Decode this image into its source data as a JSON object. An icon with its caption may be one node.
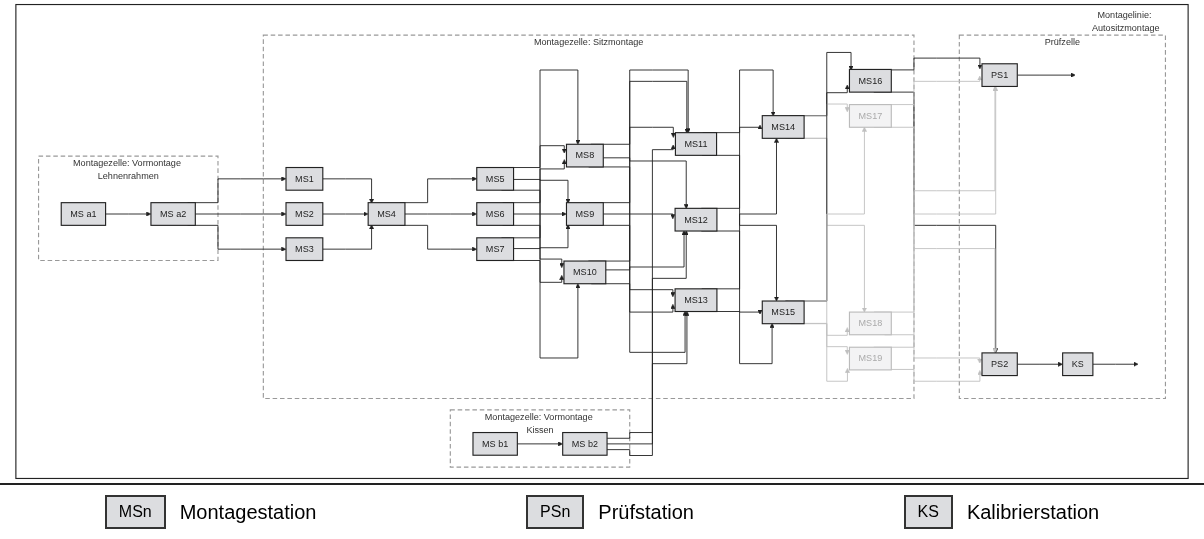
{
  "diagram": {
    "nodes": [
      {
        "text": [
          "Montagelinie: Autositzmontage"
        ]
      },
      {
        "text": [
          "Montagezelle: Vormontage Lehnenrahmen"
        ],
        "in": 0
      },
      {
        "text": [
          "MS a1"
        ],
        "in": 1
      },
      {
        "text": [
          "MS a2"
        ],
        "in": 1
      },
      {
        "text": [
          "Montagezelle: Vormontage Kissen"
        ],
        "in": 0
      },
      {
        "text": [
          "MS b1"
        ],
        "in": 4
      },
      {
        "text": [
          "MS b2"
        ],
        "in": 4
      },
      {
        "text": [
          "Montagezelle: Sitzmontage"
        ],
        "in": 0
      },
      {
        "text": [
          "MS1"
        ],
        "in": 7
      },
      {
        "text": [
          "MS2"
        ],
        "in": 7
      },
      {
        "text": [
          "MS3"
        ],
        "in": 7
      },
      {
        "text": [
          "MS4"
        ],
        "in": 7
      },
      {
        "text": [
          "MS5"
        ],
        "in": 7
      },
      {
        "text": [
          "MS6"
        ],
        "in": 7
      },
      {
        "text": [
          "MS7"
        ],
        "in": 7
      },
      {
        "text": [
          "MS8"
        ],
        "in": 7
      },
      {
        "text": [
          "MS9"
        ],
        "in": 7
      },
      {
        "text": [
          "MS10"
        ],
        "in": 7
      },
      {
        "text": [
          "MS11"
        ],
        "in": 7
      },
      {
        "text": [
          "MS12"
        ],
        "in": 7
      },
      {
        "text": [
          "MS13"
        ],
        "in": 7
      },
      {
        "text": [
          "MS14"
        ],
        "in": 7
      },
      {
        "text": [
          "MS15"
        ],
        "in": 7
      },
      {
        "text": [
          "MS16"
        ],
        "in": 7
      },
      {
        "text": [
          "MS17"
        ],
        "in": 7
      },
      {
        "text": [
          "MS18"
        ],
        "in": 7
      },
      {
        "text": [
          "MS19"
        ],
        "in": 7
      },
      {
        "text": [
          "Prüfzelle"
        ],
        "in": 0
      },
      {
        "text": [
          "PS1"
        ],
        "in": 27
      },
      {
        "text": [
          "PS2"
        ],
        "in": 27
      },
      {
        "text": [
          "KS"
        ],
        "in": 27
      }
    ],
    "edges": [
      {
        "from": 2,
        "to": 3,
        "arrow": "to"
      },
      {
        "from": 5,
        "to": 6,
        "arrow": "to"
      },
      {
        "from": 3,
        "to": 8,
        "arrow": "to"
      },
      {
        "from": 3,
        "to": 9,
        "arrow": "to"
      },
      {
        "from": 3,
        "to": 10,
        "arrow": "to"
      },
      {
        "from": 8,
        "to": 11,
        "arrow": "to"
      },
      {
        "from": 9,
        "to": 11,
        "arrow": "to"
      },
      {
        "from": 10,
        "to": 11,
        "arrow": "to"
      },
      {
        "from": 11,
        "to": 12,
        "arrow": "to"
      },
      {
        "from": 11,
        "to": 13,
        "arrow": "to"
      },
      {
        "from": 11,
        "to": 14,
        "arrow": "to"
      },
      {
        "from": 12,
        "to": 15,
        "arrow": "to"
      },
      {
        "from": 12,
        "to": 16,
        "arrow": "to"
      },
      {
        "from": 12,
        "to": 17,
        "arrow": "to"
      },
      {
        "from": 13,
        "to": 15,
        "arrow": "to"
      },
      {
        "from": 13,
        "to": 16,
        "arrow": "to"
      },
      {
        "from": 13,
        "to": 17,
        "arrow": "to"
      },
      {
        "from": 14,
        "to": 15,
        "arrow": "to"
      },
      {
        "from": 14,
        "to": 16,
        "arrow": "to"
      },
      {
        "from": 14,
        "to": 17,
        "arrow": "to"
      },
      {
        "from": 15,
        "to": 18,
        "arrow": "to"
      },
      {
        "from": 15,
        "to": 19,
        "arrow": "to"
      },
      {
        "from": 15,
        "to": 20,
        "arrow": "to"
      },
      {
        "from": 16,
        "to": 18,
        "arrow": "to"
      },
      {
        "from": 16,
        "to": 19,
        "arrow": "to"
      },
      {
        "from": 16,
        "to": 20,
        "arrow": "to"
      },
      {
        "from": 17,
        "to": 18,
        "arrow": "to"
      },
      {
        "from": 17,
        "to": 19,
        "arrow": "to"
      },
      {
        "from": 17,
        "to": 20,
        "arrow": "to"
      },
      {
        "from": 6,
        "to": 18,
        "arrow": "to"
      },
      {
        "from": 6,
        "to": 19,
        "arrow": "to"
      },
      {
        "from": 6,
        "to": 20,
        "arrow": "to"
      },
      {
        "from": 18,
        "to": 21,
        "arrow": "to"
      },
      {
        "from": 18,
        "to": 22,
        "arrow": "to"
      },
      {
        "from": 19,
        "to": 21,
        "arrow": "to"
      },
      {
        "from": 19,
        "to": 22,
        "arrow": "to"
      },
      {
        "from": 20,
        "to": 21,
        "arrow": "to"
      },
      {
        "from": 20,
        "to": 22,
        "arrow": "to"
      },
      {
        "from": 21,
        "to": 23,
        "arrow": "to"
      },
      {
        "from": 21,
        "to": 24,
        "arrow": "to",
        "color": "#c0c0c0"
      },
      {
        "from": 21,
        "to": 25,
        "arrow": "to",
        "color": "#c0c0c0"
      },
      {
        "from": 21,
        "to": 26,
        "arrow": "to",
        "color": "#c0c0c0"
      },
      {
        "from": 22,
        "to": 23,
        "arrow": "to"
      },
      {
        "from": 22,
        "to": 24,
        "arrow": "to",
        "color": "#c0c0c0"
      },
      {
        "from": 22,
        "to": 25,
        "arrow": "to",
        "color": "#c0c0c0"
      },
      {
        "from": 22,
        "to": 26,
        "arrow": "to",
        "color": "#c0c0c0"
      },
      {
        "from": 23,
        "to": 28,
        "arrow": "to"
      },
      {
        "from": 23,
        "to": 29,
        "arrow": "to"
      },
      {
        "from": 24,
        "to": 28,
        "arrow": "to",
        "color": "#c0c0c0"
      },
      {
        "from": 24,
        "to": 29,
        "arrow": "to",
        "color": "#c0c0c0"
      },
      {
        "from": 25,
        "to": 28,
        "arrow": "to",
        "color": "#c0c0c0"
      },
      {
        "from": 25,
        "to": 29,
        "arrow": "to",
        "color": "#c0c0c0"
      },
      {
        "from": 26,
        "to": 28,
        "arrow": "to",
        "color": "#c0c0c0"
      },
      {
        "from": 26,
        "to": 29,
        "arrow": "to",
        "color": "#c0c0c0"
      },
      {
        "from": 28,
        "to": null,
        "arrow": "to"
      },
      {
        "from": 29,
        "to": 30,
        "arrow": "to"
      },
      {
        "from": 30,
        "to": null,
        "arrow": "to"
      }
    ],
    "labels": [
      "MSn",
      "PSn",
      "KS"
    ],
    "legend": [
      {
        "text": "Montagestation"
      },
      {
        "text": "Prüfstation"
      },
      {
        "text": "Kalibrierstation"
      }
    ]
  }
}
